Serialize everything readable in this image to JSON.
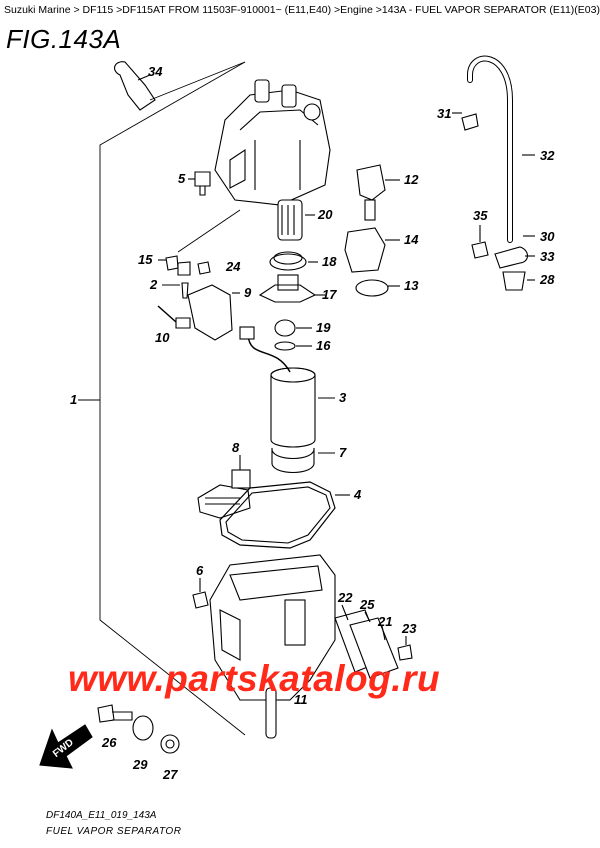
{
  "breadcrumb": "Suzuki Marine > DF115 >DF115AT FROM 11503F-910001~ (E11,E40) >Engine >143A - FUEL VAPOR SEPARATOR (E11)(E03) >",
  "figure_title": "FIG.143A",
  "footer_code": "DF140A_E11_019_143A",
  "footer_name": "FUEL VAPOR SEPARATOR",
  "watermark": "www.partskatalog.ru",
  "fwd_label": "FWD",
  "callouts": {
    "c1": "1",
    "c2": "2",
    "c3": "3",
    "c4": "4",
    "c5": "5",
    "c6": "6",
    "c7": "7",
    "c8": "8",
    "c9": "9",
    "c10": "10",
    "c11": "11",
    "c12": "12",
    "c13": "13",
    "c14": "14",
    "c15": "15",
    "c16": "16",
    "c17": "17",
    "c18": "18",
    "c19": "19",
    "c20": "20",
    "c21": "21",
    "c22": "22",
    "c23": "23",
    "c24": "24",
    "c25": "25",
    "c26": "26",
    "c27": "27",
    "c28": "28",
    "c29": "29",
    "c30": "30",
    "c31": "31",
    "c32": "32",
    "c33": "33",
    "c34": "34",
    "c35": "35"
  }
}
